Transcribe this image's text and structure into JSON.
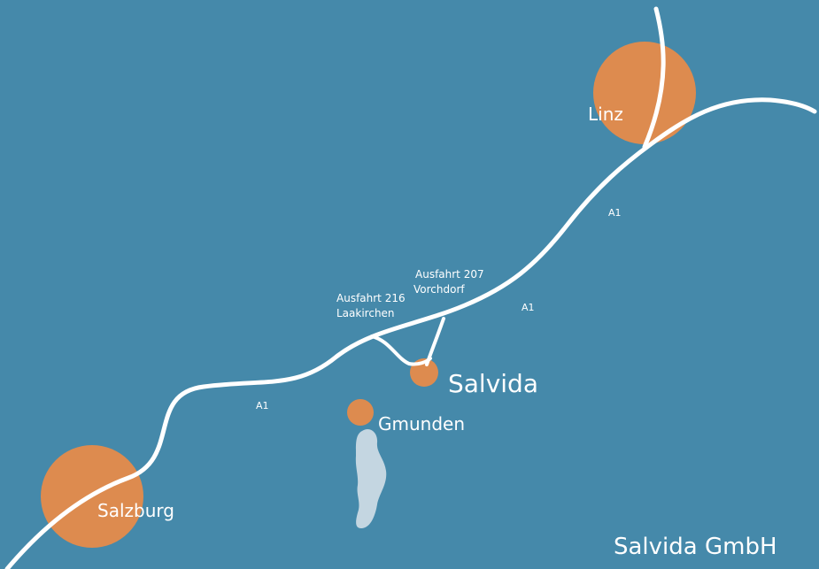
{
  "colors": {
    "background": "#4589aa",
    "city": "#dd8b4f",
    "road": "#ffffff",
    "lake": "#c4d6e1"
  },
  "cities": {
    "linz": "Linz",
    "salzburg": "Salzburg",
    "gmunden": "Gmunden",
    "salvida": "Salvida"
  },
  "motorway": {
    "label": "A1"
  },
  "exits": {
    "exit207": {
      "line1": "Ausfahrt 207",
      "line2": "Vorchdorf"
    },
    "exit216": {
      "line1": "Ausfahrt 216",
      "line2": "Laakirchen"
    }
  },
  "company": "Salvida GmbH"
}
